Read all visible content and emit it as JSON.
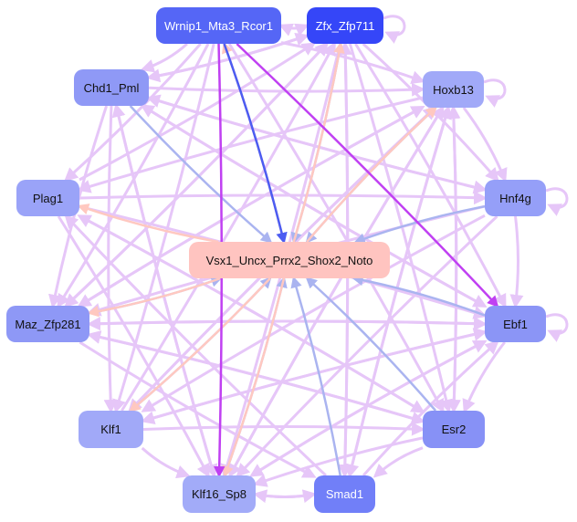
{
  "nodes": [
    {
      "id": "wrnip1",
      "label": "Wrnip1_Mta3_Rcor1",
      "color": "#5566f6",
      "light": true
    },
    {
      "id": "zfx",
      "label": "Zfx_Zfp711",
      "color": "#3546f8",
      "light": true
    },
    {
      "id": "chd1",
      "label": "Chd1_Pml",
      "color": "#8f99f6",
      "light": false
    },
    {
      "id": "hoxb13",
      "label": "Hoxb13",
      "color": "#a1a9f8",
      "light": false
    },
    {
      "id": "plag1",
      "label": "Plag1",
      "color": "#9aa3f8",
      "light": false
    },
    {
      "id": "hnf4g",
      "label": "Hnf4g",
      "color": "#959ff8",
      "light": false
    },
    {
      "id": "vsx1",
      "label": "Vsx1_Uncx_Prrx2_Shox2_Noto",
      "color": "#ffc4c0",
      "light": false
    },
    {
      "id": "maz",
      "label": "Maz_Zfp281",
      "color": "#8e98f6",
      "light": false
    },
    {
      "id": "ebf1",
      "label": "Ebf1",
      "color": "#8b95f6",
      "light": false
    },
    {
      "id": "klf1",
      "label": "Klf1",
      "color": "#a1a9f8",
      "light": false
    },
    {
      "id": "esr2",
      "label": "Esr2",
      "color": "#8791f6",
      "light": false
    },
    {
      "id": "klf16",
      "label": "Klf16_Sp8",
      "color": "#a2abf8",
      "light": false
    },
    {
      "id": "smad1",
      "label": "Smad1",
      "color": "#717ff8",
      "light": true
    }
  ],
  "edge_colors": {
    "weak": "#e6c6f8",
    "toCenter": "#aab4f0",
    "fromCenter": "#ffc8c0",
    "strongBlue": "#4c5cf2",
    "strongPurple": "#c040f2"
  },
  "edges": [
    [
      "wrnip1",
      "vsx1",
      "strongBlue"
    ],
    [
      "wrnip1",
      "ebf1",
      "strongPurple"
    ],
    [
      "wrnip1",
      "klf16",
      "strongPurple"
    ],
    [
      "zfx",
      "vsx1",
      "toCenter"
    ],
    [
      "chd1",
      "vsx1",
      "toCenter"
    ],
    [
      "hoxb13",
      "vsx1",
      "toCenter"
    ],
    [
      "hnf4g",
      "vsx1",
      "toCenter"
    ],
    [
      "ebf1",
      "vsx1",
      "toCenter"
    ],
    [
      "esr2",
      "vsx1",
      "toCenter"
    ],
    [
      "smad1",
      "vsx1",
      "toCenter"
    ],
    [
      "maz",
      "vsx1",
      "toCenter"
    ],
    [
      "klf1",
      "vsx1",
      "toCenter"
    ],
    [
      "klf16",
      "vsx1",
      "toCenter"
    ],
    [
      "vsx1",
      "wrnip1",
      "fromCenter"
    ],
    [
      "vsx1",
      "zfx",
      "fromCenter"
    ],
    [
      "vsx1",
      "plag1",
      "fromCenter"
    ],
    [
      "vsx1",
      "maz",
      "fromCenter"
    ],
    [
      "vsx1",
      "hoxb13",
      "fromCenter"
    ],
    [
      "vsx1",
      "klf1",
      "fromCenter"
    ],
    [
      "vsx1",
      "klf16",
      "fromCenter"
    ],
    [
      "wrnip1",
      "zfx",
      "weak"
    ],
    [
      "zfx",
      "wrnip1",
      "weak"
    ],
    [
      "wrnip1",
      "chd1",
      "weak"
    ],
    [
      "wrnip1",
      "hoxb13",
      "weak"
    ],
    [
      "wrnip1",
      "plag1",
      "weak"
    ],
    [
      "wrnip1",
      "maz",
      "weak"
    ],
    [
      "wrnip1",
      "esr2",
      "weak"
    ],
    [
      "wrnip1",
      "klf1",
      "weak"
    ],
    [
      "zfx",
      "chd1",
      "weak"
    ],
    [
      "zfx",
      "hnf4g",
      "weak"
    ],
    [
      "zfx",
      "ebf1",
      "weak"
    ],
    [
      "zfx",
      "esr2",
      "weak"
    ],
    [
      "zfx",
      "klf16",
      "weak"
    ],
    [
      "zfx",
      "smad1",
      "weak"
    ],
    [
      "zfx",
      "maz",
      "weak"
    ],
    [
      "chd1",
      "hoxb13",
      "weak"
    ],
    [
      "chd1",
      "hnf4g",
      "weak"
    ],
    [
      "chd1",
      "ebf1",
      "weak"
    ],
    [
      "chd1",
      "klf1",
      "weak"
    ],
    [
      "chd1",
      "klf16",
      "weak"
    ],
    [
      "chd1",
      "zfx",
      "weak"
    ],
    [
      "chd1",
      "maz",
      "weak"
    ],
    [
      "hoxb13",
      "plag1",
      "weak"
    ],
    [
      "hoxb13",
      "maz",
      "weak"
    ],
    [
      "hoxb13",
      "klf1",
      "weak"
    ],
    [
      "hoxb13",
      "klf16",
      "weak"
    ],
    [
      "hoxb13",
      "esr2",
      "weak"
    ],
    [
      "hoxb13",
      "hnf4g",
      "weak"
    ],
    [
      "hoxb13",
      "smad1",
      "weak"
    ],
    [
      "plag1",
      "hnf4g",
      "weak"
    ],
    [
      "plag1",
      "ebf1",
      "weak"
    ],
    [
      "plag1",
      "klf16",
      "weak"
    ],
    [
      "plag1",
      "esr2",
      "weak"
    ],
    [
      "plag1",
      "zfx",
      "weak"
    ],
    [
      "hnf4g",
      "maz",
      "weak"
    ],
    [
      "hnf4g",
      "klf1",
      "weak"
    ],
    [
      "hnf4g",
      "klf16",
      "weak"
    ],
    [
      "hnf4g",
      "ebf1",
      "weak"
    ],
    [
      "hnf4g",
      "chd1",
      "weak"
    ],
    [
      "maz",
      "ebf1",
      "weak"
    ],
    [
      "maz",
      "esr2",
      "weak"
    ],
    [
      "maz",
      "smad1",
      "weak"
    ],
    [
      "maz",
      "hoxb13",
      "weak"
    ],
    [
      "maz",
      "zfx",
      "weak"
    ],
    [
      "ebf1",
      "klf1",
      "weak"
    ],
    [
      "ebf1",
      "klf16",
      "weak"
    ],
    [
      "ebf1",
      "esr2",
      "weak"
    ],
    [
      "ebf1",
      "maz",
      "weak"
    ],
    [
      "ebf1",
      "chd1",
      "weak"
    ],
    [
      "klf1",
      "esr2",
      "weak"
    ],
    [
      "klf1",
      "klf16",
      "weak"
    ],
    [
      "klf1",
      "hoxb13",
      "weak"
    ],
    [
      "klf1",
      "zfx",
      "weak"
    ],
    [
      "klf1",
      "ebf1",
      "weak"
    ],
    [
      "esr2",
      "klf16",
      "weak"
    ],
    [
      "esr2",
      "smad1",
      "weak"
    ],
    [
      "esr2",
      "maz",
      "weak"
    ],
    [
      "esr2",
      "hoxb13",
      "weak"
    ],
    [
      "esr2",
      "plag1",
      "weak"
    ],
    [
      "klf16",
      "smad1",
      "weak"
    ],
    [
      "smad1",
      "klf16",
      "weak"
    ],
    [
      "klf16",
      "ebf1",
      "weak"
    ],
    [
      "klf16",
      "hoxb13",
      "weak"
    ],
    [
      "klf16",
      "chd1",
      "weak"
    ],
    [
      "smad1",
      "hoxb13",
      "weak"
    ],
    [
      "smad1",
      "zfx",
      "weak"
    ],
    [
      "smad1",
      "plag1",
      "weak"
    ],
    [
      "smad1",
      "ebf1",
      "weak"
    ],
    [
      "zfx",
      "zfx",
      "weak"
    ],
    [
      "hoxb13",
      "hoxb13",
      "weak"
    ],
    [
      "hnf4g",
      "hnf4g",
      "weak"
    ],
    [
      "ebf1",
      "ebf1",
      "weak"
    ]
  ]
}
